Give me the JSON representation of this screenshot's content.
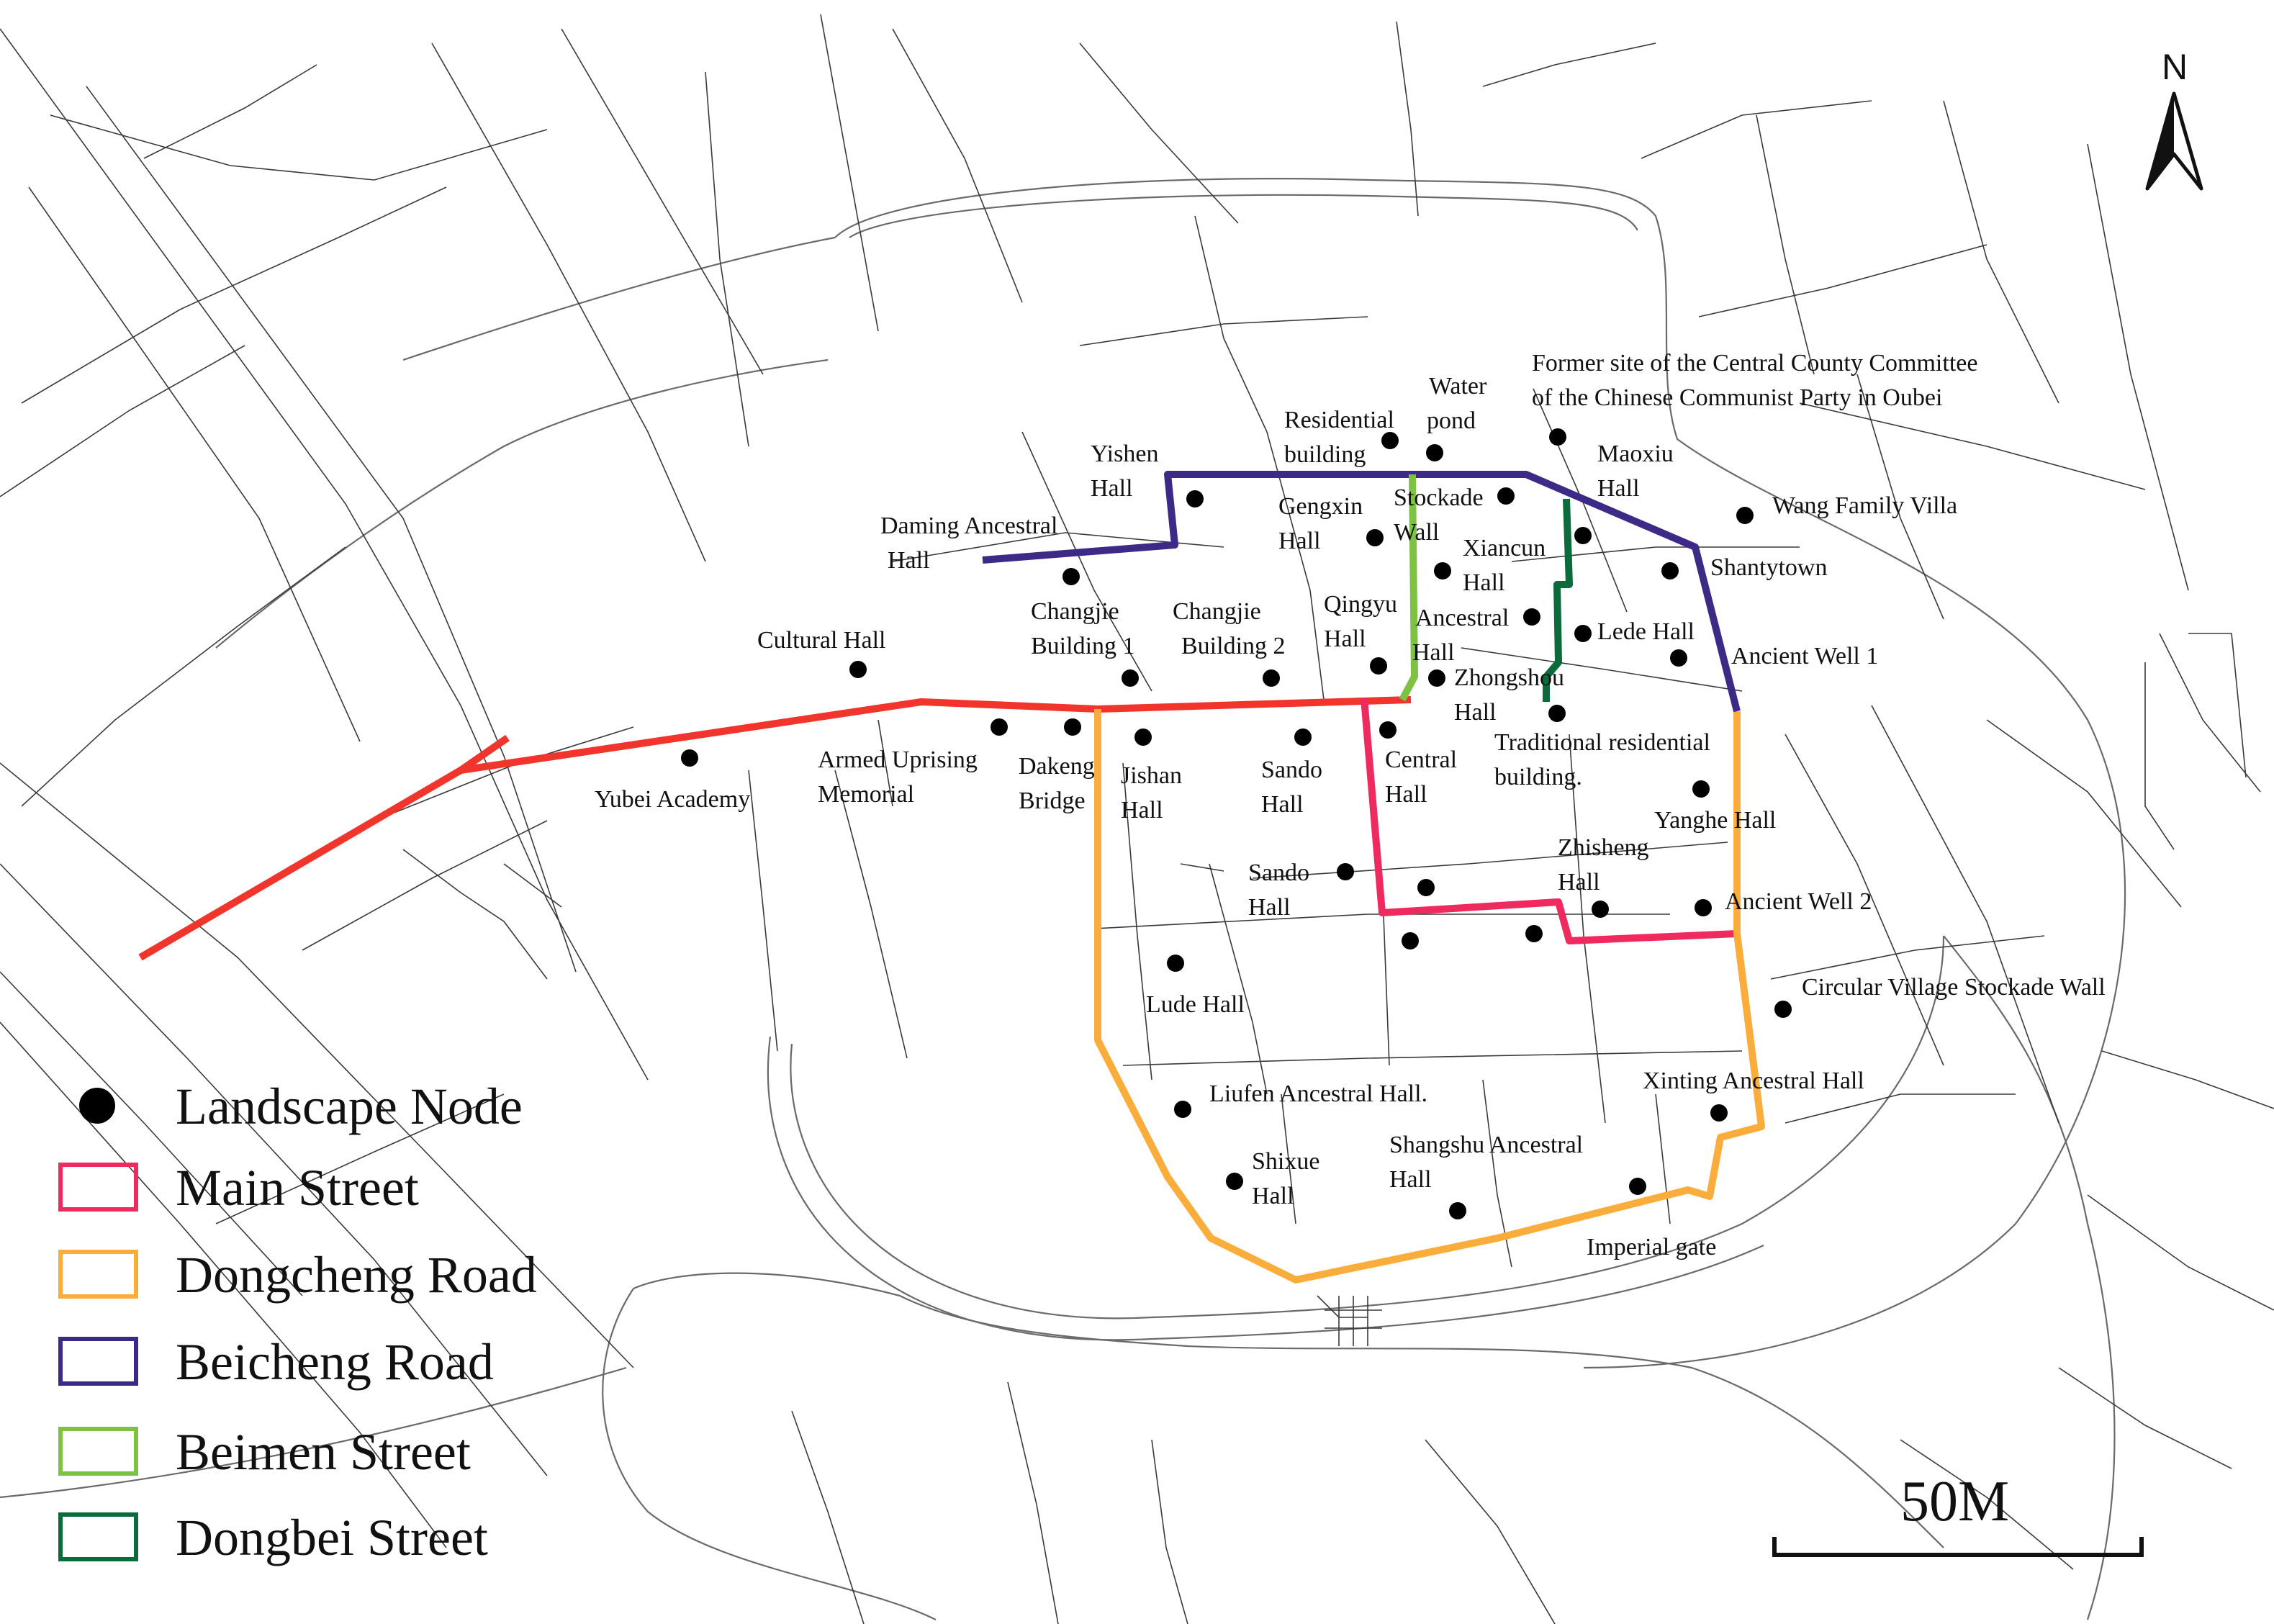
{
  "colors": {
    "main_street": "#ee2a5e",
    "dongcheng_road": "#fbad3c",
    "beicheng_road": "#3c2a86",
    "beimen_street": "#7dc242",
    "dongbei_street": "#0b6b3a",
    "west_route": "#f1352c",
    "node": "#000000"
  },
  "north_label": "N",
  "scale_label": "50M",
  "legend": [
    {
      "key": "node",
      "label": "Landscape Node"
    },
    {
      "key": "main_street",
      "label": "Main Street"
    },
    {
      "key": "dongcheng_road",
      "label": "Dongcheng Road"
    },
    {
      "key": "beicheng_road",
      "label": "Beicheng Road"
    },
    {
      "key": "beimen_street",
      "label": "Beimen Street"
    },
    {
      "key": "dongbei_street",
      "label": "Dongbei Street"
    }
  ],
  "labels": {
    "former_site_1": "Former site of the Central County Committee",
    "former_site_2": "of the Chinese Communist Party in Oubei",
    "water_1": "Water",
    "water_2": "pond",
    "residential_1": "Residential",
    "residential_2": "building",
    "yishen_1": "Yishen",
    "yishen_2": "Hall",
    "maoxiu_1": "Maoxiu",
    "maoxiu_2": "Hall",
    "wang": "Wang Family Villa",
    "stockade_1": "Stockade",
    "stockade_2": "Wall",
    "gengxin_1": "Gengxin",
    "gengxin_2": "Hall",
    "daming_1": "Daming Ancestral",
    "daming_2": "Hall",
    "xiancun_1": "Xiancun",
    "xiancun_2": "Hall",
    "shantytown": "Shantytown",
    "changjie1_1": "Changjie",
    "changjie1_2": "Building 1",
    "changjie2_1": "Changjie",
    "changjie2_2": "Building 2",
    "qingyu_1": "Qingyu",
    "qingyu_2": "Hall",
    "ancestral_1": "Ancestral",
    "ancestral_2": "Hall",
    "lede": "Lede Hall",
    "cultural": "Cultural Hall",
    "ancient_well_1": "Ancient Well 1",
    "zhongshou_1": "Zhongshou",
    "zhongshou_2": "Hall",
    "armed_1": "Armed Uprising",
    "armed_2": "Memorial",
    "dakeng_1": "Dakeng",
    "dakeng_2": "Bridge",
    "jishan_1": "Jishan",
    "jishan_2": "Hall",
    "sando_a_1": "Sando",
    "sando_a_2": "Hall",
    "central_1": "Central",
    "central_2": "Hall",
    "traditional_1": "Traditional residential",
    "traditional_2": "building.",
    "yubei": "Yubei Academy",
    "yanghe": "Yanghe Hall",
    "zhisheng_1": "Zhisheng",
    "zhisheng_2": "Hall",
    "sando_b_1": "Sando",
    "sando_b_2": "Hall",
    "ancient_well_2": "Ancient Well 2",
    "lude": "Lude Hall",
    "circular": "Circular Village Stockade Wall",
    "liufen": "Liufen Ancestral Hall.",
    "xinting": "Xinting Ancestral Hall",
    "shixue_1": "Shixue",
    "shixue_2": "Hall",
    "shangshu_1": "Shangshu Ancestral",
    "shangshu_2": "Hall",
    "imperial": "Imperial gate"
  }
}
